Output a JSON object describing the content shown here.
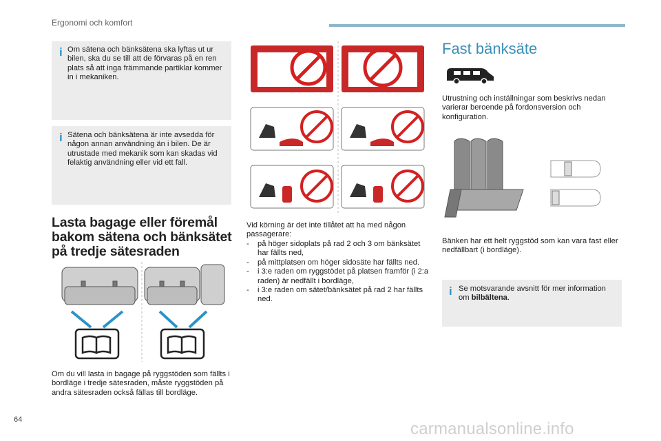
{
  "header": {
    "title": "Ergonomi och komfort"
  },
  "info_boxes": [
    {
      "text": "Om sätena och bänksätena ska lyftas ut ur bilen, ska du se till att de förvaras på en ren plats så att inga främmande partiklar kommer in i mekaniken."
    },
    {
      "text": "Sätena och bänksätena är inte avsedda för någon annan användning än i bilen. De är utrustade med mekanik som kan skadas vid felaktig användning eller vid ett fall."
    }
  ],
  "luggage_section": {
    "title": "Lasta bagage eller föremål bakom sätena och bänksätet på tredje sätesraden",
    "body": "Om du vill lasta in bagage på ryggstöden som fällts i bordläge i tredje sätesraden, måste ryggstöden på andra sätesraden också fällas till bordläge."
  },
  "driving_section": {
    "intro": "Vid körning är det inte tillåtet att ha med någon passagerare:",
    "items": [
      "på höger sidoplats på rad 2 och 3 om bänksätet har fällts ned,",
      "på mittplatsen om höger sidosäte har fällts ned.",
      "i 3:e raden om ryggstödet på platsen framför (i 2:a raden) är nedfällt i bordläge,",
      "i 3:e raden om sätet/bänksätet på rad 2 har fällts ned."
    ]
  },
  "fixed_bench": {
    "title": "Fast bänksäte",
    "intro": "Utrustning och inställningar som beskrivs nedan varierar beroende på fordonsversion och konfiguration.",
    "description": "Bänken har ett helt ryggstöd som kan vara fast eller nedfällbart (i bordläge).",
    "note_prefix": "Se motsvarande avsnitt för mer information om ",
    "note_bold": "bilbältena",
    "note_suffix": "."
  },
  "footer": {
    "page_number": "64",
    "watermark": "carmanualsonline.info"
  },
  "colors": {
    "accent": "#2b93c9",
    "warning_red": "#c82828",
    "header_bar": "#8fb6c9"
  }
}
